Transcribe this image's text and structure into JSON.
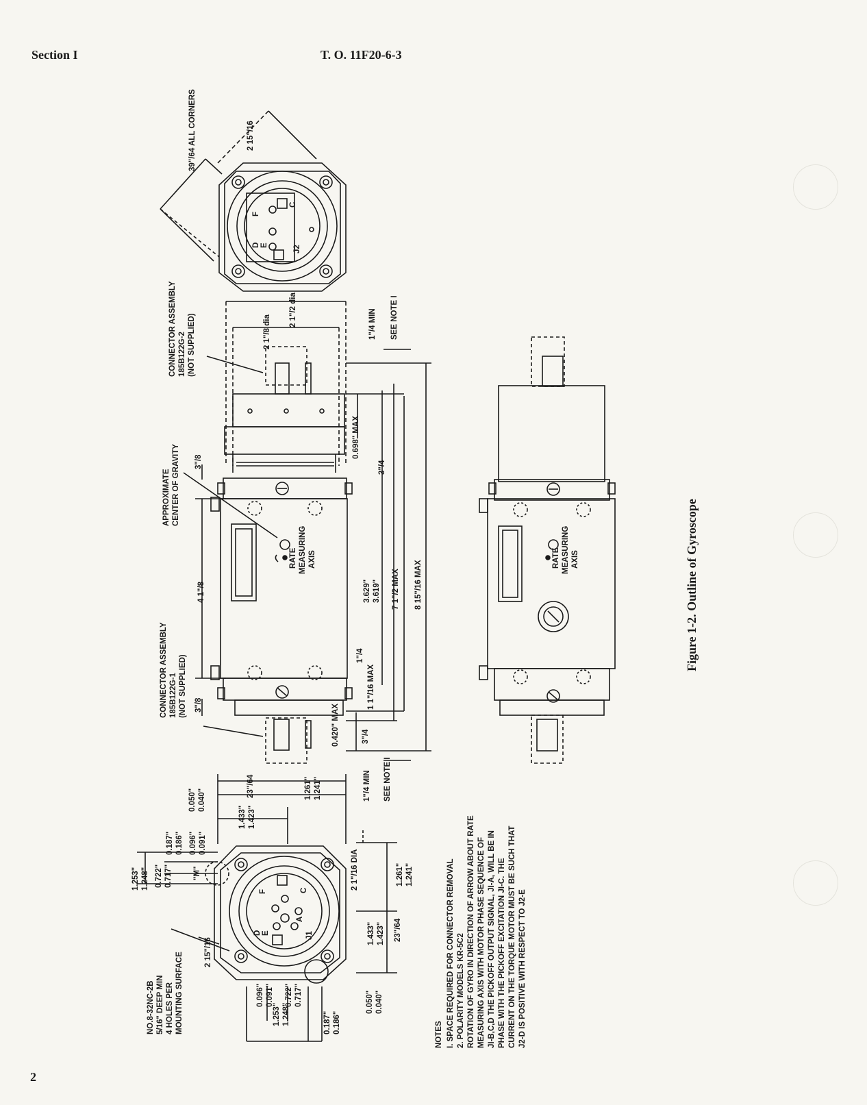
{
  "header": {
    "section": "Section I",
    "to_number": "T. O. 11F20-6-3"
  },
  "page_number": "2",
  "figure_caption": "Figure 1-2. Outline of Gyroscope",
  "top_view": {
    "corner_dim_a": "39\"/64 ALL CORNERS",
    "corner_dim_b": "2 15\"/16",
    "pins": [
      "F",
      "C",
      "D",
      "E",
      "J2"
    ]
  },
  "side_view": {
    "connector_j2": [
      "CONNECTOR ASSEMBLY",
      "185B122G-2",
      "(NOT SUPPLIED)"
    ],
    "connector_j1": [
      "CONNECTOR ASSEMBLY",
      "185B122G-1",
      "(NOT SUPPLIED)"
    ],
    "center_of_gravity": [
      "APPROXIMATE",
      "CENTER OF GRAVITY"
    ],
    "rate_axis": [
      "RATE",
      "MEASURING",
      "AXIS"
    ],
    "dims": {
      "dia_large": "2 1\"/2 dia",
      "dia_small": "2 1\"/8 dia",
      "min_top": "1\"/4 MIN",
      "see_note_top": "SEE NOTE I",
      "max_698": "0.698\" MAX",
      "three_quarter": "3\"/4",
      "three_eighths_top": "3\"/8",
      "four_eighth": "4 1\"/8",
      "three_eighths_bot": "3\"/8",
      "dim_3629": "3.629\"",
      "dim_3619": "3.619\"",
      "seven_half": "7 1\"/2 MAX",
      "eight_fifteen": "8 15\"/16 MAX",
      "quarter": "1\"/4",
      "one_sixteenth": "1 1\"/16 MAX",
      "max_420": "0.420\" MAX",
      "three_quarter_bot": "3\"/4",
      "min_bot": "1\"/4 MIN",
      "see_note_bot": "SEE NOTE I"
    }
  },
  "end_view": {
    "dims_top": [
      "0.050\"",
      "0.040\"",
      "23\"/64",
      "1.261\"",
      "1.241\"",
      "1.433\"",
      "1.423\"",
      "0.187\"",
      "0.186\"",
      "0.096\"",
      "0.091\"",
      "1.253\"",
      "1.248\"",
      "0.722\"",
      "0.717\"",
      "\"M\""
    ],
    "dia": "2 1\"/16 DIA",
    "dims_right": [
      "1.261\"",
      "1.241\"",
      "1.433\"",
      "1.423\"",
      "23\"/64",
      "0.050\"",
      "0.040\""
    ],
    "dims_bottom": [
      "0.096\"",
      "0.091\"",
      "1.253\"",
      "1.248\"",
      "0.722\"",
      "0.717\"",
      "0.187\"",
      "0.186\""
    ],
    "corner": "2 15\"/16",
    "holes_note": [
      "NO.8-32NC-2B",
      "5/16\" DEEP MIN",
      "4 HOLES PER",
      "MOUNTING SURFACE"
    ],
    "pins": [
      "D",
      "E",
      "F",
      "C",
      "A",
      "J1"
    ]
  },
  "right_view": {
    "rate_axis": [
      "RATE",
      "MEASURING",
      "AXIS"
    ]
  },
  "notes": {
    "title": "NOTES",
    "items": [
      "I. SPACE REQUIRED FOR CONNECTOR REMOVAL",
      "2. POLARITY MODELS KR-5C2",
      "ROTATION OF GYRO IN DIRECTION OF ARROW ABOUT RATE",
      "MEASURING AXIS WITH MOTOR PHASE SEQUENCE OF",
      "JI-B,C,D THE PICKOFF OUTPUT SIGNAL, JI-A, WILL BE IN",
      "PHASE WITH THE PICKOFF EXCITATION JI-C. THE",
      "CURRENT ON THE TORQUE MOTOR MUST BE SUCH THAT",
      "J2-D IS POSITIVE WITH RESPECT TO J2-E"
    ]
  }
}
